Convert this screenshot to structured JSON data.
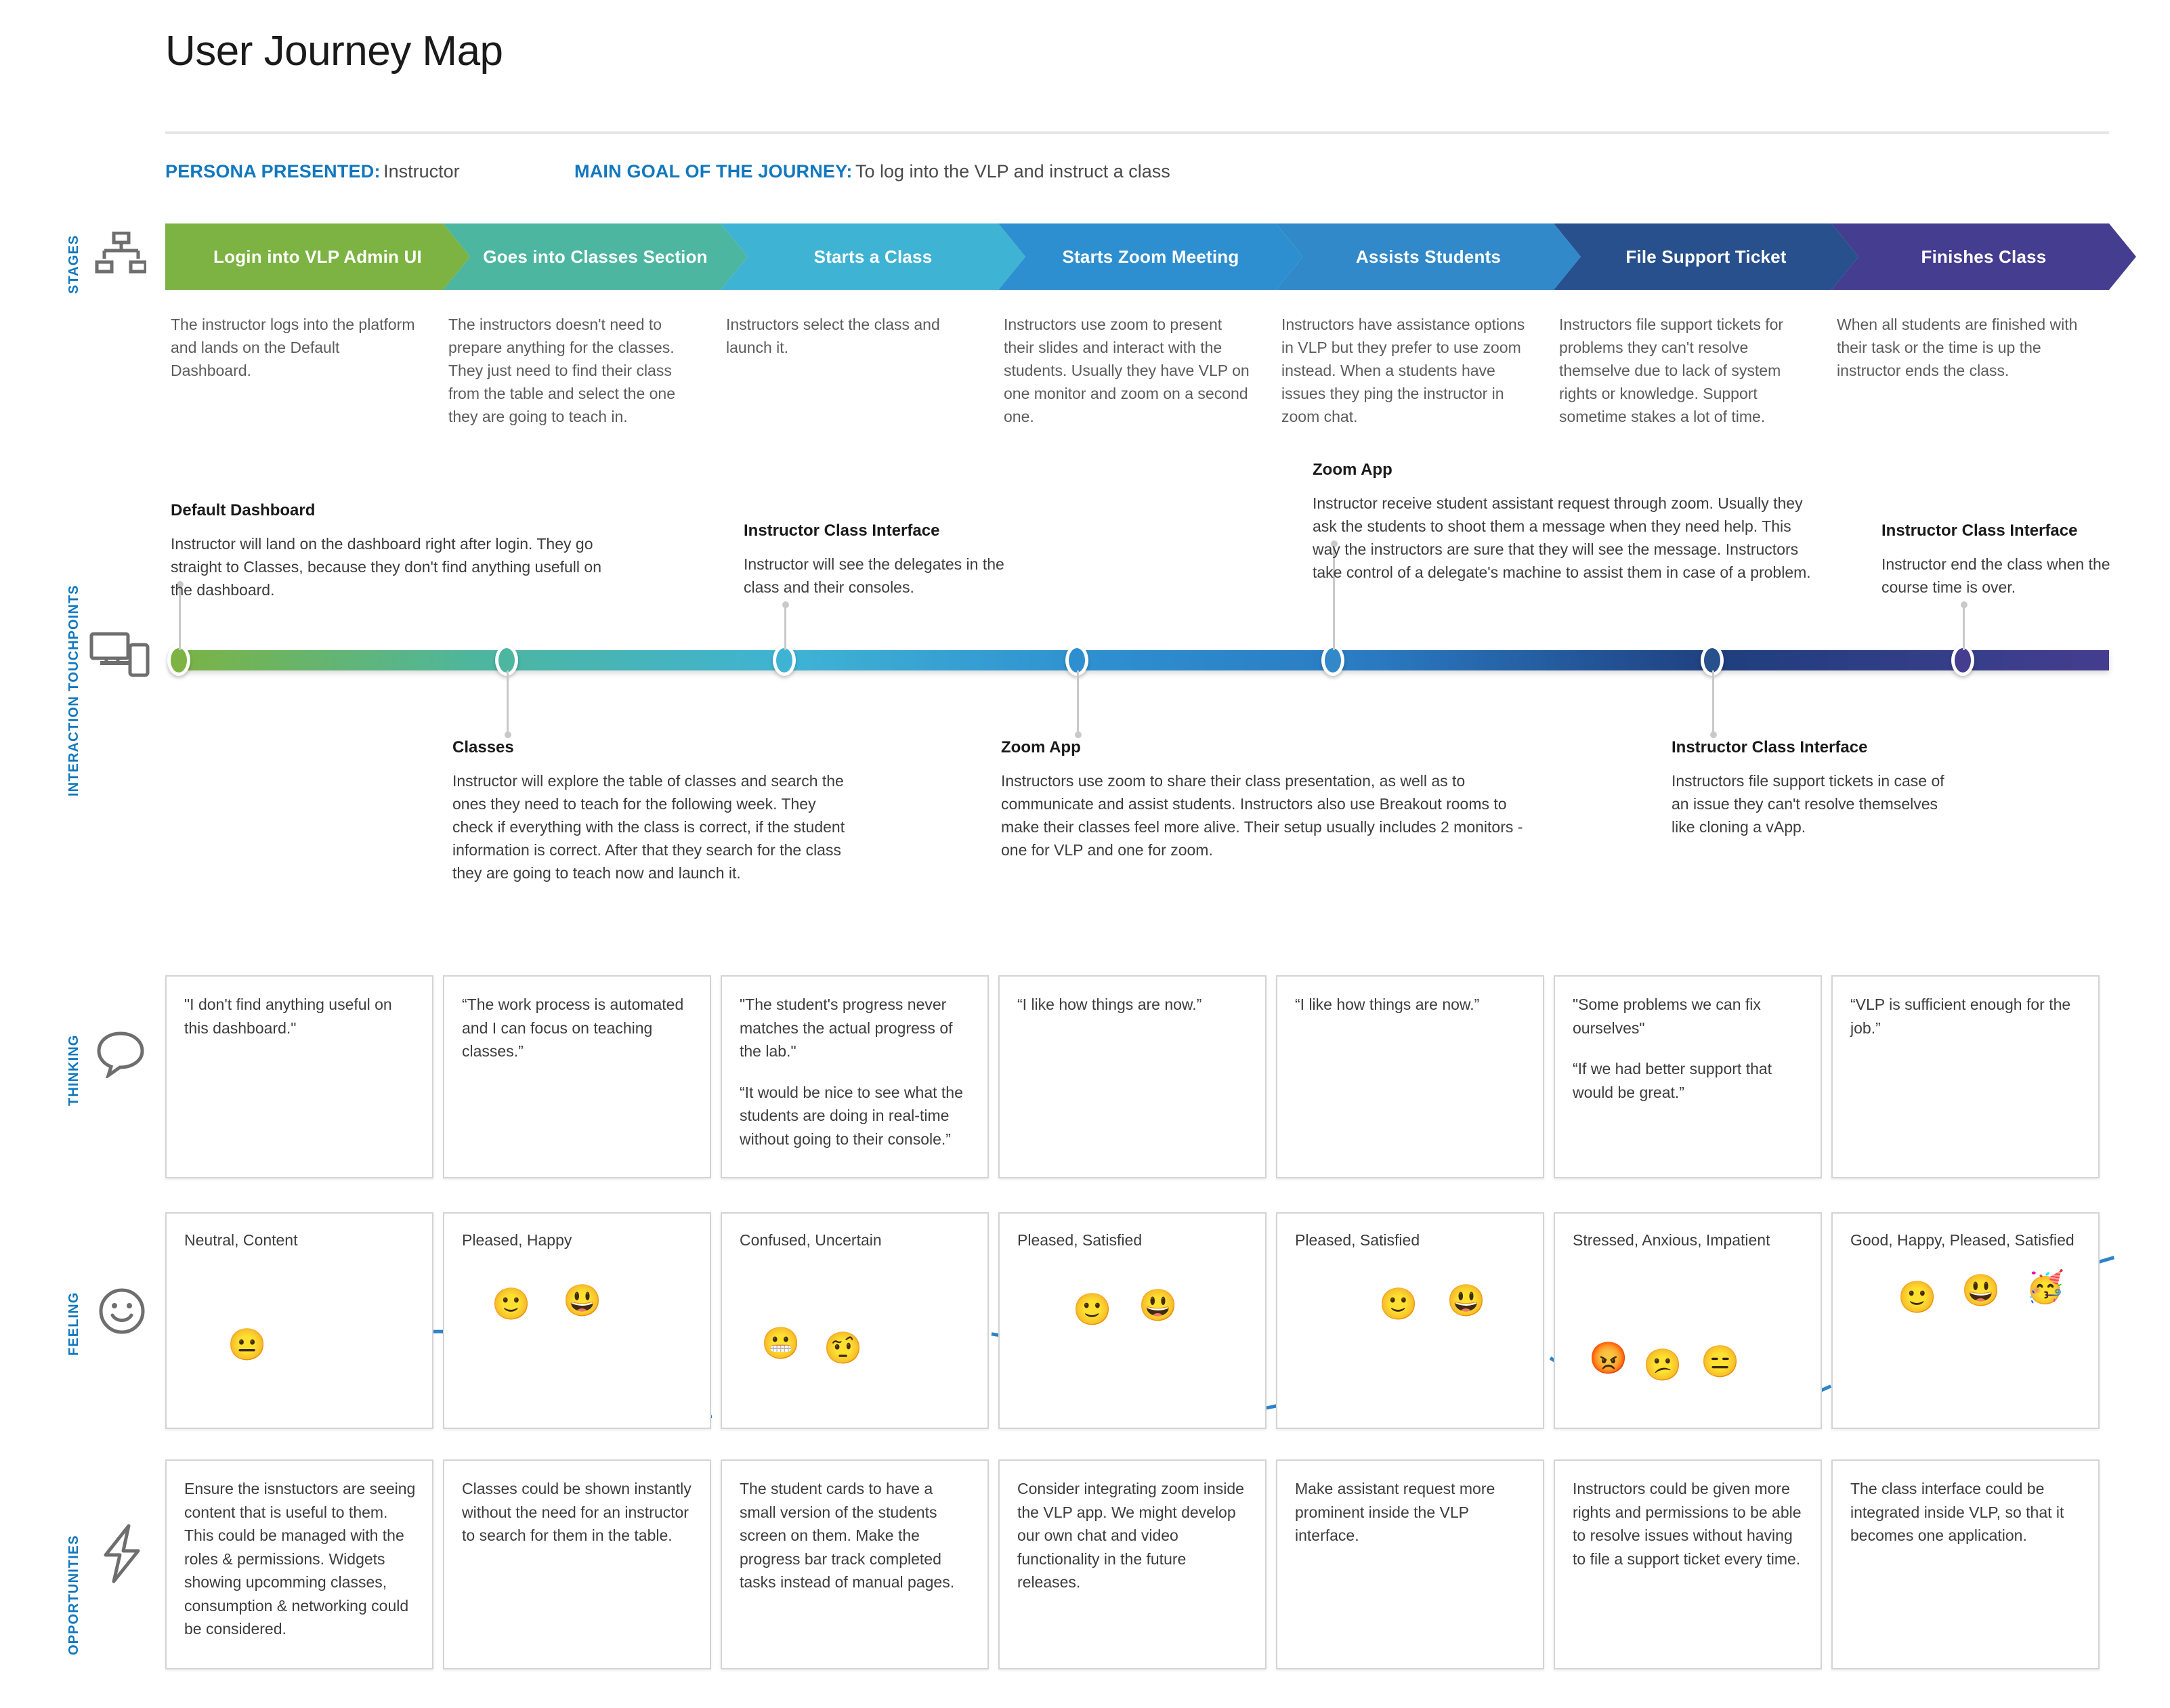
{
  "header": {
    "title": "User Journey Map",
    "persona_label": "PERSONA PRESENTED:",
    "persona_value": "Instructor",
    "goal_label": "MAIN GOAL OF THE JOURNEY:",
    "goal_value": "To log into the VLP and instruct a class"
  },
  "rail": [
    {
      "label": "STAGES",
      "icon": "org-chart-icon"
    },
    {
      "label": "INTERACTION TOUCHPOINTS",
      "icon": "devices-icon"
    },
    {
      "label": "THINKING",
      "icon": "speech-bubble-icon"
    },
    {
      "label": "FEELING",
      "icon": "smiley-face-icon"
    },
    {
      "label": "OPPORTUNITIES",
      "icon": "lightning-bolt-icon"
    }
  ],
  "colors": {
    "accent": "#1278be",
    "stage1": "#7cb342",
    "stage2": "#4db6a0",
    "stage3": "#3fb3d4",
    "stage4": "#2e8fd0",
    "stage5": "#3189c9",
    "stage6": "#27508c",
    "stage7": "#453d8f",
    "card_border": "#d4d4d4",
    "curve": "#2f84c8"
  },
  "stages": [
    {
      "label": "Login into VLP Admin UI",
      "color": "#7cb342",
      "desc": "The instructor logs into the platform and lands on the Default Dashboard."
    },
    {
      "label": "Goes into Classes Section",
      "color": "#4db6a0",
      "desc": "The instructors doesn't need to prepare anything for the classes. They just need to find their class from the table and select the one they are going to teach in."
    },
    {
      "label": "Starts a Class",
      "color": "#3fb3d4",
      "desc": "Instructors select the class and launch it."
    },
    {
      "label": "Starts Zoom Meeting",
      "color": "#2e8fd0",
      "desc": "Instructors use zoom to present their slides and interact with the students. Usually they have VLP on one monitor and zoom on a second one."
    },
    {
      "label": "Assists Students",
      "color": "#3189c9",
      "desc": "Instructors have assistance options in VLP but they prefer to use zoom instead. When a students have issues they ping the instructor in zoom chat."
    },
    {
      "label": "File Support Ticket",
      "color": "#27508c",
      "desc": "Instructors file support tickets for problems they can't resolve themselve due to lack of system rights or knowledge. Support sometime stakes a lot of time."
    },
    {
      "label": "Finishes Class",
      "color": "#453d8f",
      "desc": "When all students are finished with their task or the time is up the instructor ends the class."
    }
  ],
  "touchpoints": [
    {
      "position": "above",
      "title": "Default Dashboard",
      "body": "Instructor will land on the dashboard right after login. They go straight to Classes, because they don't find anything usefull on the dashboard."
    },
    {
      "position": "below",
      "title": "Classes",
      "body": "Instructor will explore the table of classes and search the ones they need to teach for the following week. They check if everything with the class is correct, if the student information is correct. After that they search for the class they are going to teach now and launch it."
    },
    {
      "position": "above",
      "title": "Instructor Class Interface",
      "body": "Instructor will see the delegates in the class and their consoles."
    },
    {
      "position": "below",
      "title": "Zoom App",
      "body": "Instructors use zoom to share their class presentation, as well as to communicate and assist students. Instructors also use Breakout rooms to make their classes feel more alive. Their setup usually includes 2 monitors - one for VLP and one for zoom."
    },
    {
      "position": "above",
      "title": "Zoom App",
      "body": "Instructor receive student assistant request through zoom. Usually they ask the students to shoot them a message when they need help. This way the instructors are sure that they will see the message. Instructors take control of a delegate's machine to assist them in case of a problem."
    },
    {
      "position": "below",
      "title": "Instructor Class Interface",
      "body": "Instructors file support tickets in case of an issue they can't resolve themselves like cloning a vApp."
    },
    {
      "position": "above",
      "title": "Instructor Class Interface",
      "body": "Instructor end the class when the course time is over."
    }
  ],
  "thinking": [
    {
      "quotes": [
        "\"I don't find anything useful on this dashboard.\""
      ]
    },
    {
      "quotes": [
        "“The work process is automated and I can focus on teaching classes.”"
      ]
    },
    {
      "quotes": [
        "\"The student's progress never matches the actual progress of the lab.\"",
        "“It would be nice to see what the students are doing in real-time without going to their console.”"
      ]
    },
    {
      "quotes": [
        "“I like how things are now.”"
      ]
    },
    {
      "quotes": [
        "“I like how things are now.”"
      ]
    },
    {
      "quotes": [
        "\"Some problems we can fix ourselves\"",
        "“If we had better support that would be great.”"
      ]
    },
    {
      "quotes": [
        "“VLP is sufficient enough for the job.”"
      ]
    }
  ],
  "feeling": [
    {
      "label": "Neutral, Content",
      "emojis": [
        "😐"
      ]
    },
    {
      "label": "Pleased, Happy",
      "emojis": [
        "🙂",
        "😃"
      ]
    },
    {
      "label": "Confused, Uncertain",
      "emojis": [
        "😬",
        "🤨"
      ]
    },
    {
      "label": "Pleased, Satisfied",
      "emojis": [
        "🙂",
        "😃"
      ]
    },
    {
      "label": "Pleased, Satisfied",
      "emojis": [
        "🙂",
        "😃"
      ]
    },
    {
      "label": "Stressed, Anxious, Impatient",
      "emojis": [
        "😡",
        "😕",
        "😑"
      ]
    },
    {
      "label": "Good, Happy, Pleased, Satisfied",
      "emojis": [
        "🙂",
        "😃",
        "🥳"
      ]
    }
  ],
  "opportunities": [
    "Ensure the isnstuctors are seeing content that is useful to them. This could be managed with the roles & permissions. Widgets showing upcomming classes, consumption & networking could be considered.",
    "Classes could be shown instantly without the need for an instructor to search for them in the table.",
    "The student cards to have a small version of the students screen on them. Make the progress bar track completed tasks instead of manual pages.",
    "Consider integrating zoom inside the VLP app. We might develop our own chat and video functionality in the future releases.",
    "Make assistant request more prominent inside the VLP interface.",
    "Instructors could be given more rights and permissions to be able to resolve issues without having to file a support ticket every time.",
    "The class interface could be integrated inside VLP, so that it becomes one application."
  ]
}
